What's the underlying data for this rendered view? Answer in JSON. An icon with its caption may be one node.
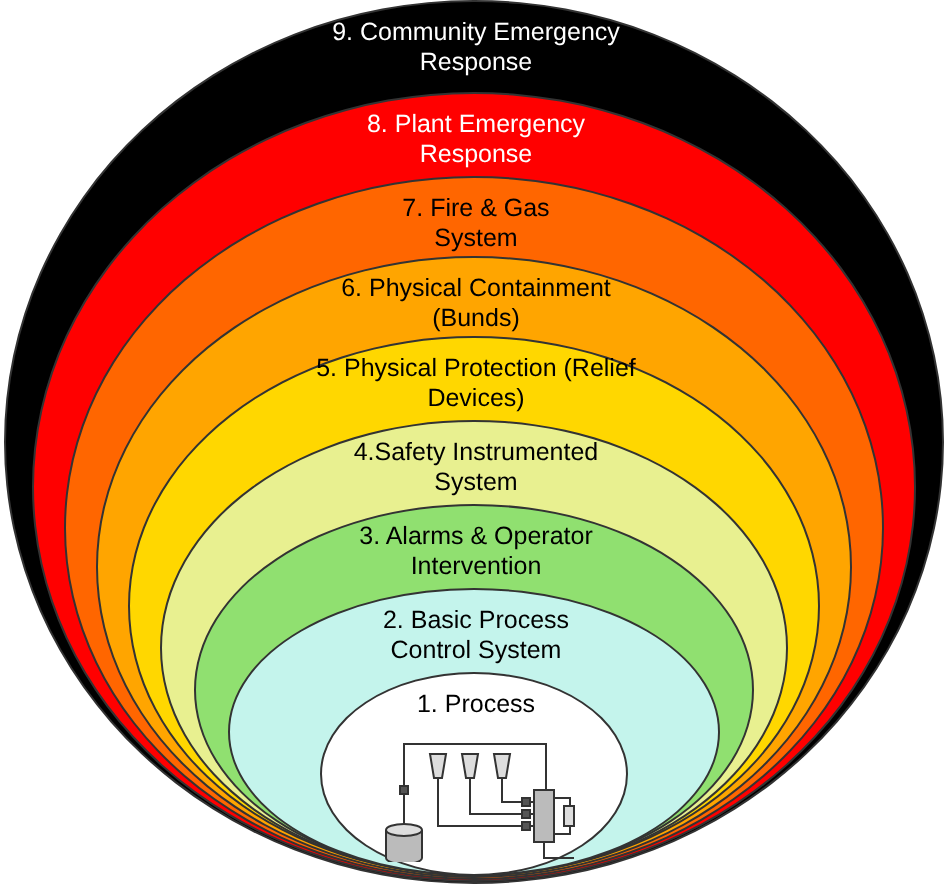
{
  "diagram": {
    "nodes": [
      {
        "text": [
          "9. Community Emergency Response"
        ]
      },
      {
        "text": [
          "8. Plant Emergency Response"
        ],
        "in": 0
      },
      {
        "text": [
          "7. Fire & Gas System"
        ],
        "in": 1
      },
      {
        "text": [
          "6. Physical Containment (Bunds)"
        ],
        "in": 2
      },
      {
        "text": [
          "5. Physical Protection (Relief Devices)"
        ],
        "in": 3
      },
      {
        "text": [
          "4.Safety Instrumented System"
        ],
        "in": 4
      },
      {
        "text": [
          "3. Alarms & Operator Intervention"
        ],
        "in": 5
      },
      {
        "text": [
          "2. Basic Process Control System"
        ],
        "in": 6
      },
      {
        "text": [
          "1. Process"
        ],
        "in": 7
      }
    ]
  }
}
